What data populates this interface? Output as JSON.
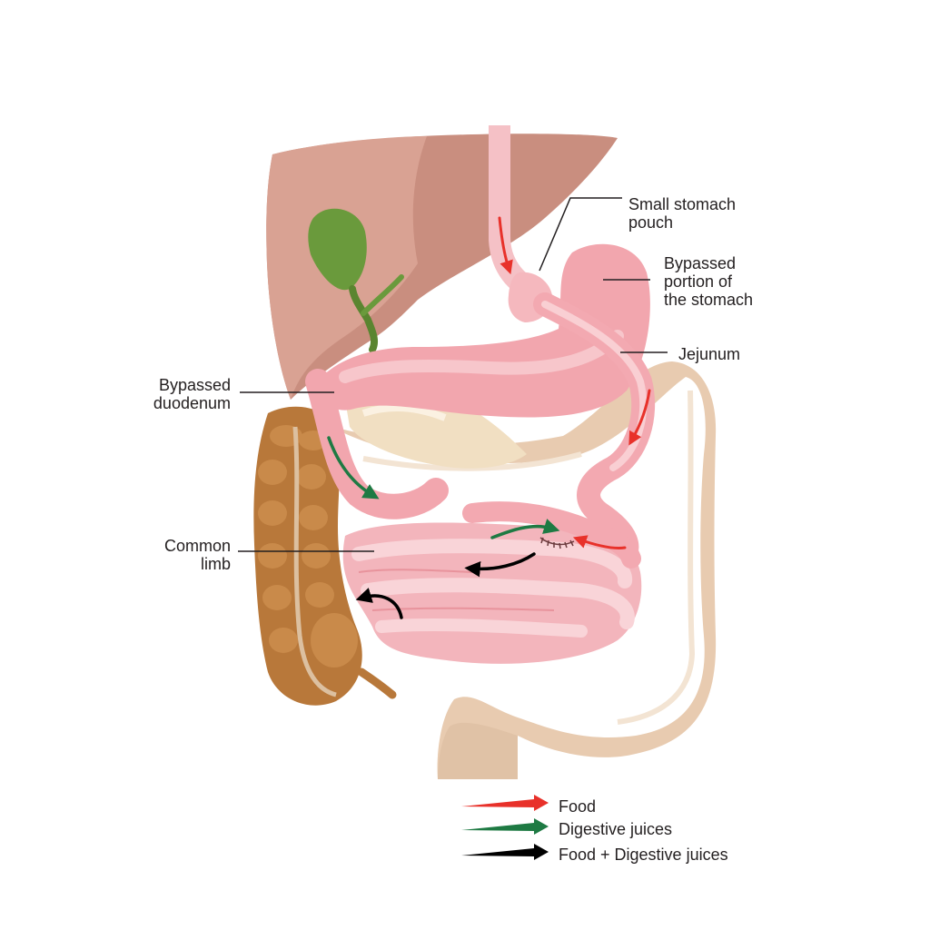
{
  "labels": {
    "small_stomach_pouch": "Small stomach\npouch",
    "bypassed_stomach": "Bypassed\nportion of\nthe stomach",
    "jejunum": "Jejunum",
    "bypassed_duodenum": "Bypassed\nduodenum",
    "common_limb": "Common\nlimb"
  },
  "legend": {
    "food": "Food",
    "digestive_juices": "Digestive juices",
    "food_and_juices": "Food + Digestive juices"
  },
  "colors": {
    "food_arrow": "#e8312a",
    "juices_arrow": "#1e7a43",
    "mixed_arrow": "#000000",
    "liver": "#c98e7f",
    "gallbladder": "#6a9a3c",
    "stomach": "#f2a6ae",
    "small_intestine": "#f3b5bc",
    "colon_ascending": "#b8783a",
    "colon_other": "#e8cbb0",
    "pancreas": "#f1dfc2"
  }
}
